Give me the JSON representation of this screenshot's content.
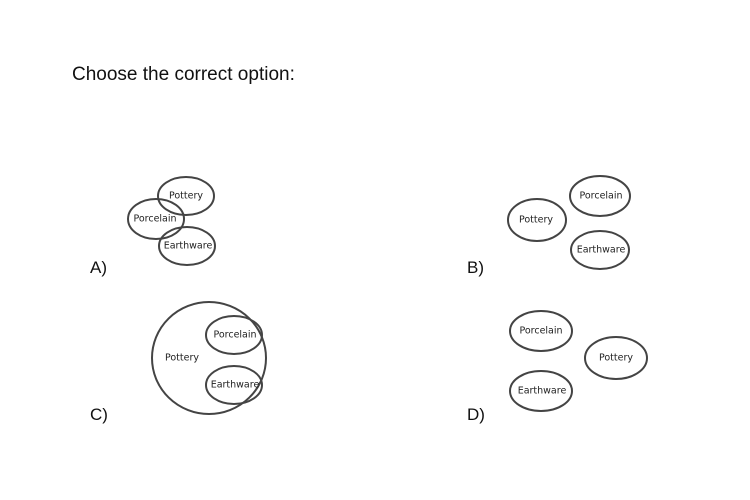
{
  "question": "Choose the correct option:",
  "options": {
    "a": {
      "label": "A)",
      "sets": {
        "pottery": "Pottery",
        "porcelain": "Porcelain",
        "earthware": "Earthware"
      }
    },
    "b": {
      "label": "B)",
      "sets": {
        "pottery": "Pottery",
        "porcelain": "Porcelain",
        "earthware": "Earthware"
      }
    },
    "c": {
      "label": "C)",
      "sets": {
        "pottery": "Pottery",
        "porcelain": "Porcelain",
        "earthware": "Earthware"
      }
    },
    "d": {
      "label": "D)",
      "sets": {
        "pottery": "Pottery",
        "porcelain": "Porcelain",
        "earthware": "Earthware"
      }
    }
  }
}
